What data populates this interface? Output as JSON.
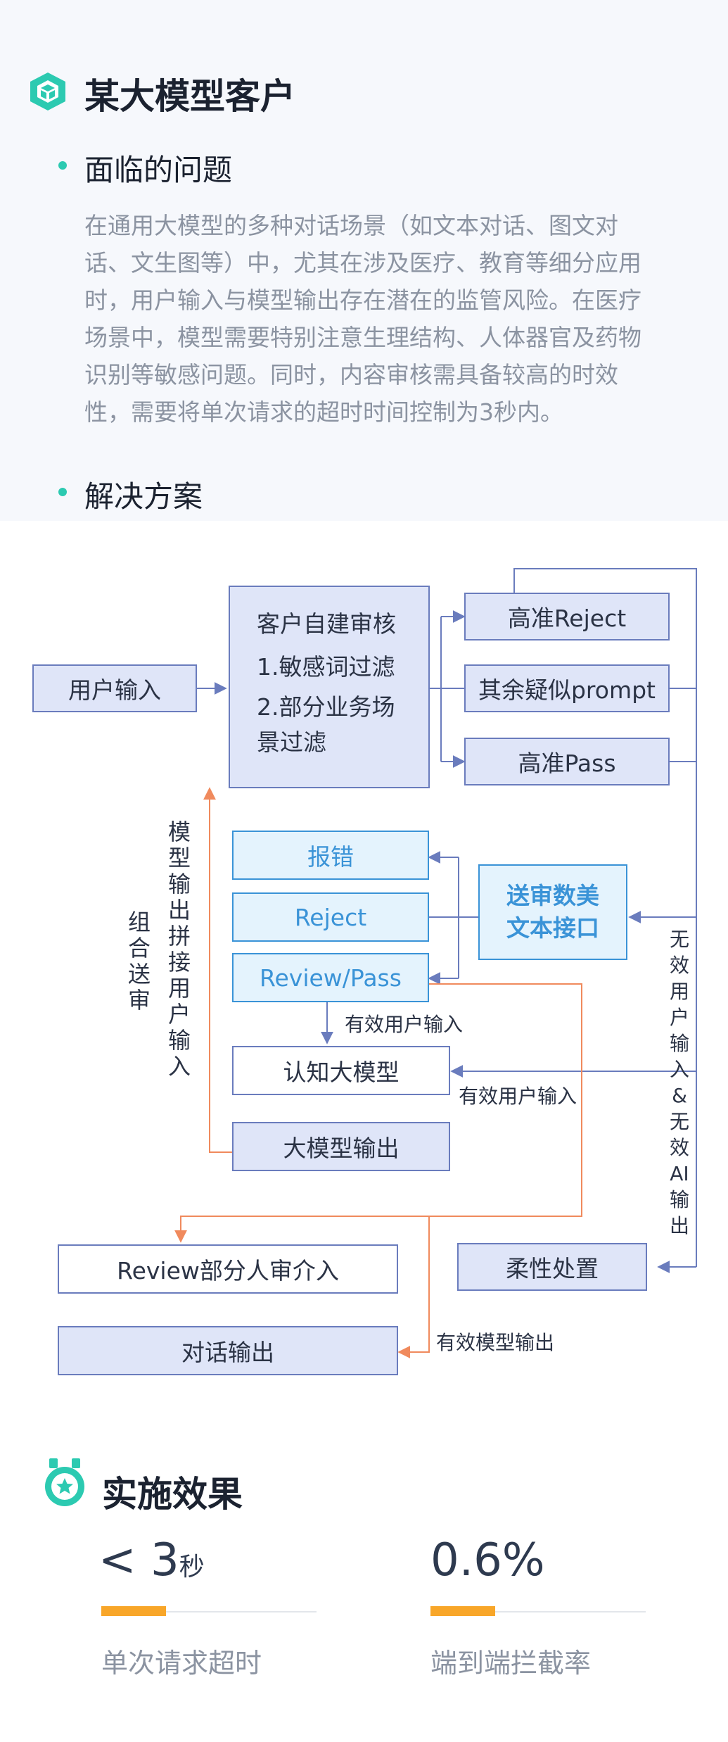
{
  "header": {
    "title": "某大模型客户",
    "icon": "cube-icon"
  },
  "problem": {
    "heading": "面临的问题",
    "lines": [
      "在通用大模型的多种对话场景（如文本对话、图文对",
      "话、文生图等）中，尤其在涉及医疗、教育等细分应用",
      "时，用户输入与模型输出存在潜在的监管风险。在医疗",
      "场景中，模型需要特别注意生理结构、人体器官及药物",
      "识别等敏感问题。同时，内容审核需具备较高的时效",
      "性，需要将单次请求的超时时间控制为3秒内。"
    ]
  },
  "solution": {
    "heading": "解决方案"
  },
  "diagram": {
    "user_input": "用户输入",
    "audit_title": "客户自建审核",
    "audit_item_1": "1.敏感词过滤",
    "audit_item_2a": "2.部分业务场",
    "audit_item_2b": "景过滤",
    "high_reject": "高准Reject",
    "other_prompt": "其余疑似prompt",
    "high_pass": "高准Pass",
    "error": "报错",
    "reject": "Reject",
    "review_pass": "Review/Pass",
    "api_line1": "送审数美",
    "api_line2": "文本接口",
    "cognitive_model": "认知大模型",
    "model_output": "大模型输出",
    "review_human": "Review部分人审介入",
    "dialog_output": "对话输出",
    "flexible": "柔性处置",
    "lbl_valid_input_1": "有效用户输入",
    "lbl_valid_input_2": "有效用户输入",
    "lbl_valid_model_output": "有效模型输出",
    "lbl_concat": "模型输出拼接用户输入",
    "lbl_combined": "组合送审",
    "lbl_invalid": "无效用户输入&无效AI输出",
    "colors": {
      "box_fill": "#dfe5f8",
      "box_border": "#6a7cbd",
      "api_fill": "#e4f3fd",
      "api_border": "#3a93d7",
      "orange": "#f08a5d"
    }
  },
  "results": {
    "heading": "实施效果",
    "icon": "badge-star-icon",
    "metrics": [
      {
        "prefix": "< ",
        "value": "3",
        "unit": "秒",
        "label": "单次请求超时",
        "fill": 0.3
      },
      {
        "prefix": "",
        "value": "0.6%",
        "unit": "",
        "label": "端到端拦截率",
        "fill": 0.3
      }
    ]
  }
}
